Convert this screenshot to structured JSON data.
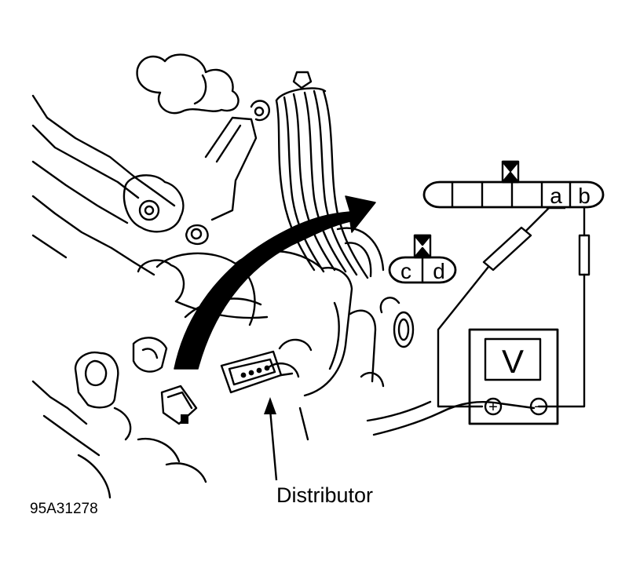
{
  "figure": {
    "id": "95A31278",
    "callout": "Distributor"
  },
  "connector_large": {
    "terminal_a": "a",
    "terminal_b": "b"
  },
  "connector_small": {
    "terminal_c": "c",
    "terminal_d": "d"
  },
  "meter": {
    "symbol": "V",
    "plus": "+",
    "minus": "−"
  },
  "colors": {
    "ink": "#000000",
    "paper": "#ffffff"
  }
}
